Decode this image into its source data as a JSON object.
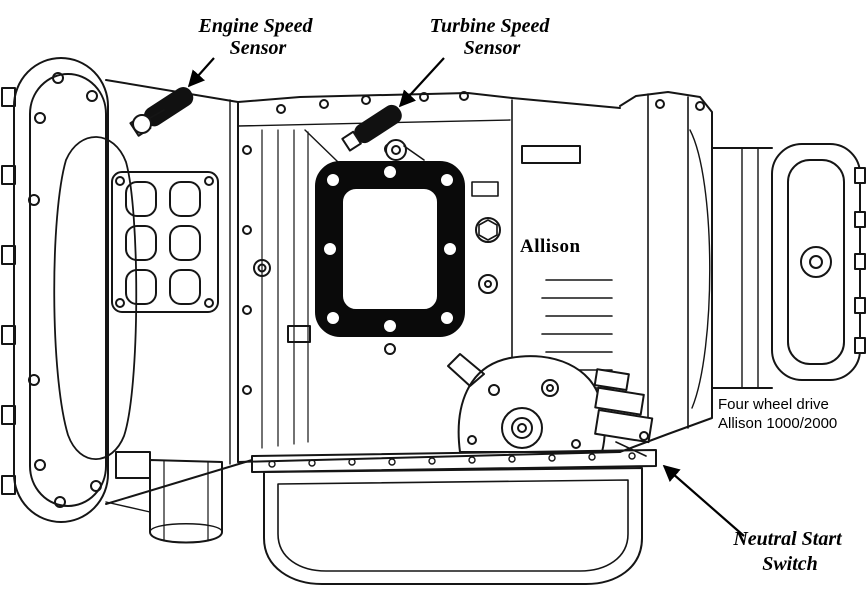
{
  "figure": {
    "brand_text": "Allison",
    "caption": {
      "line1": "Four wheel drive",
      "line2": "Allison 1000/2000"
    },
    "labels": {
      "engine_speed_sensor": {
        "line1": "Engine Speed",
        "line2": "Sensor"
      },
      "turbine_speed_sensor": {
        "line1": "Turbine Speed",
        "line2": "Sensor"
      },
      "neutral_start_switch": {
        "line1": "Neutral Start",
        "line2": "Switch"
      }
    },
    "colors": {
      "line": "#151515",
      "background": "#ffffff",
      "gasket_fill": "#0a0a0a"
    }
  }
}
